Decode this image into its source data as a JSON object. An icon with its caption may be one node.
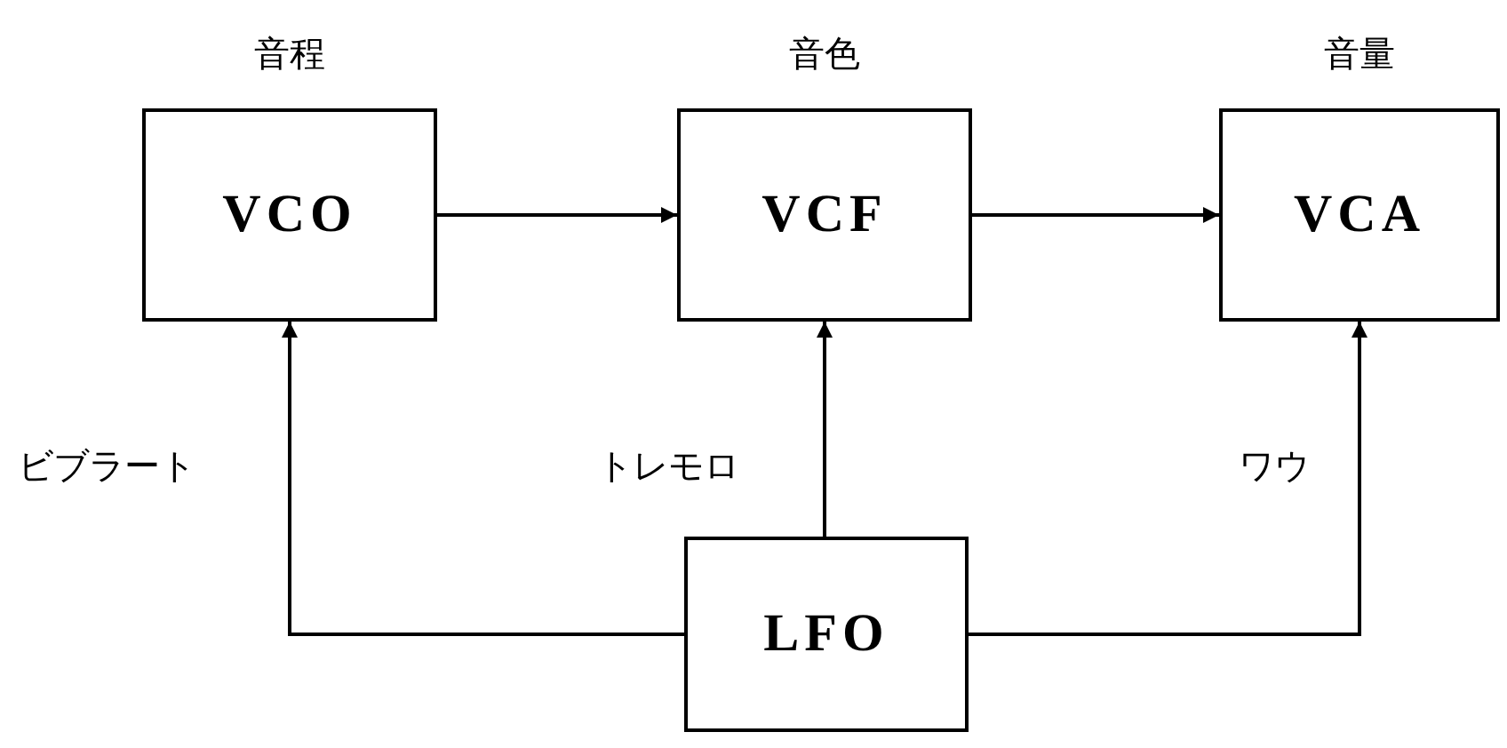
{
  "diagram": {
    "nodes": [
      {
        "text": [
          "音程",
          "VCO"
        ]
      },
      {
        "text": [
          "音色",
          "VCF"
        ]
      },
      {
        "text": [
          "音量",
          "VCA"
        ]
      },
      {
        "text": [
          "LFO"
        ]
      }
    ],
    "edges": [
      {
        "from": 0,
        "to": 1,
        "arrow": "to"
      },
      {
        "from": 1,
        "to": 2,
        "arrow": "to"
      },
      {
        "from": 3,
        "to": 0,
        "arrow": "to",
        "label": "ビブラート"
      },
      {
        "from": 3,
        "to": 1,
        "arrow": "to",
        "label": "トレモロ"
      },
      {
        "from": 3,
        "to": 2,
        "arrow": "to",
        "label": "ワウ"
      }
    ]
  }
}
